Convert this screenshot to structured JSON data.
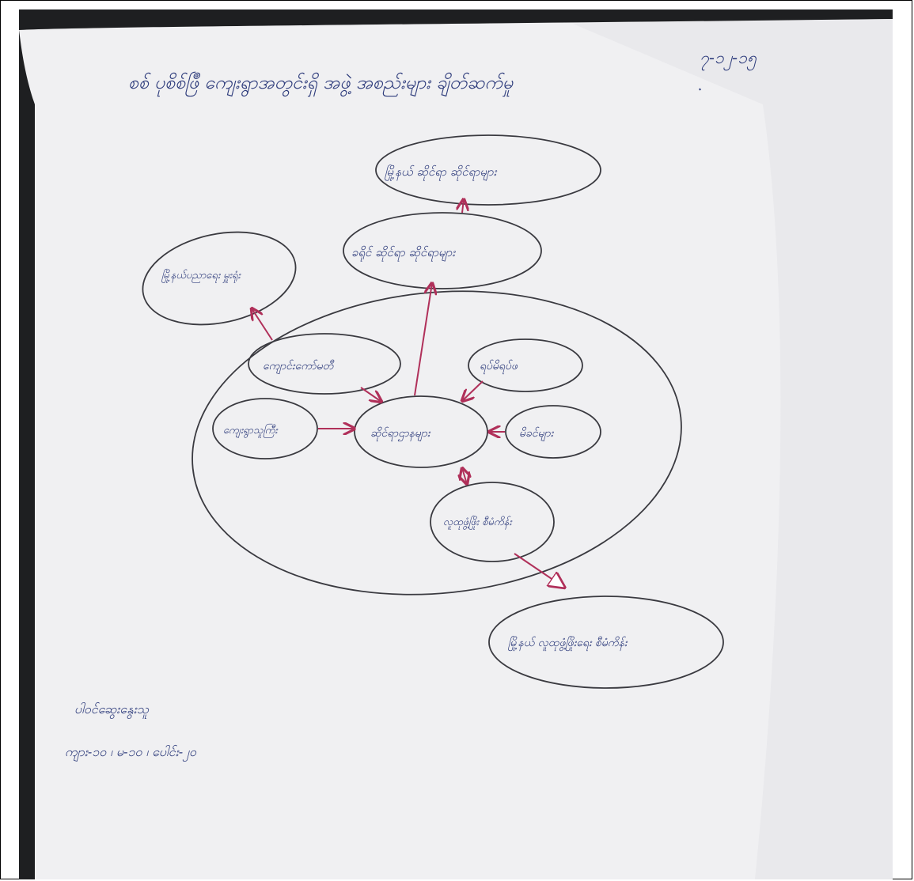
{
  "document": {
    "date": "၇-၁၂-၁၅",
    "title": "စစ် ပုစိစ်ဖြဳ ကျေးရွာအတွင်းရှိ အဖွဲ့ အစည်းများ ချိတ်ဆက်မှု",
    "note_label": "ပါဝင်ဆွေးနွေးသူ",
    "counts": "ကျား-၁၀ ၊ မ-၁၀ ၊ ပေါင်း-၂၀"
  },
  "diagram": {
    "ink_color": "#2e3c7c",
    "arrow_color": "#b0305a",
    "nodes": {
      "top": "မြို့နယ် ဆိုင်ရာ ဆိုင်ရာများ",
      "district": "ခရိုင် ဆိုင်ရာ ဆိုင်ရာများ",
      "town_left": "မြို့နယ်ပညာရေး မှူးရုံး",
      "school": "ကျောင်းကော်မတီ",
      "elder": "ရပ်မိရပ်ဖ",
      "villager": "ကျေးရွာသူကြီး",
      "center": "ဆိုင်ရာဌာနများ",
      "women": "မိခင်များ",
      "cluster": "လူထုဖွံ့ဖြိုး စီမံကိန်း",
      "township_dev": "မြို့နယ် လူထုဖွံ့ဖြိုးရေး စီမံကိန်း"
    }
  }
}
